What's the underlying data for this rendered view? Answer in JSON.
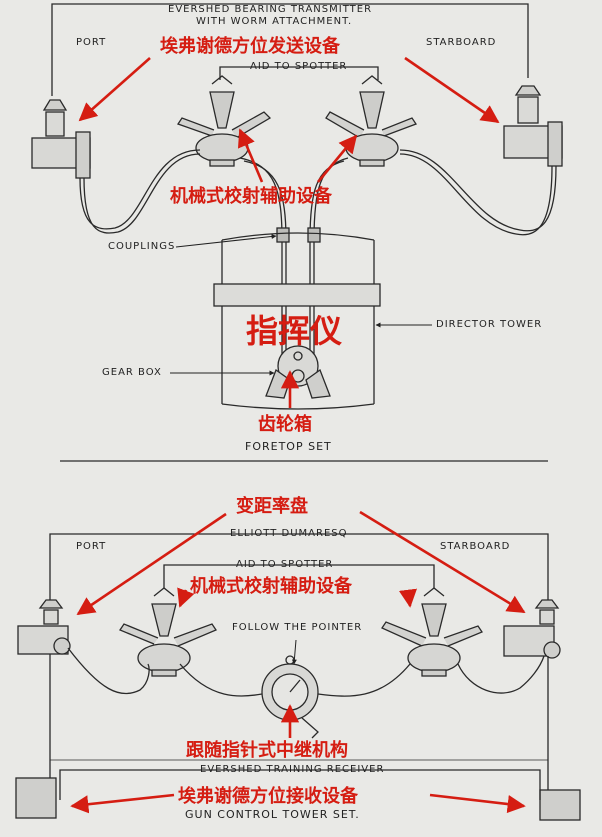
{
  "top": {
    "transmitter_line1": "EVERSHED BEARING TRANSMITTER",
    "transmitter_line2": "WITH WORM ATTACHMENT.",
    "port": "PORT",
    "starboard": "STARBOARD",
    "aid_to_spotter": "AID TO SPOTTER",
    "couplings": "COUPLINGS",
    "director_tower": "DIRECTOR TOWER",
    "gear_box": "GEAR BOX",
    "set_title": "FORETOP  SET"
  },
  "bottom": {
    "dumaresq": "ELLIOTT DUMARESQ",
    "port": "PORT",
    "starboard": "STARBOARD",
    "aid_to_spotter": "AID TO SPOTTER",
    "follow_pointer": "FOLLOW THE POINTER",
    "training_receiver": "EVERSHED TRAINING RECEIVER",
    "set_title": "GUN CONTROL TOWER SET."
  },
  "annotations": {
    "evershed_transmitter": "埃弗谢德方位发送设备",
    "aid_spotter_top": "机械式校射辅助设备",
    "director": "指挥仪",
    "gear_box": "齿轮箱",
    "range_rate": "变距率盘",
    "aid_spotter_bottom": "机械式校射辅助设备",
    "follow_pointer": "跟随指针式中继机构",
    "evershed_receiver": "埃弗谢德方位接收设备"
  },
  "colors": {
    "annotation": "#d51d12",
    "line": "#2a2a2a",
    "paper": "#e9e9e6"
  }
}
